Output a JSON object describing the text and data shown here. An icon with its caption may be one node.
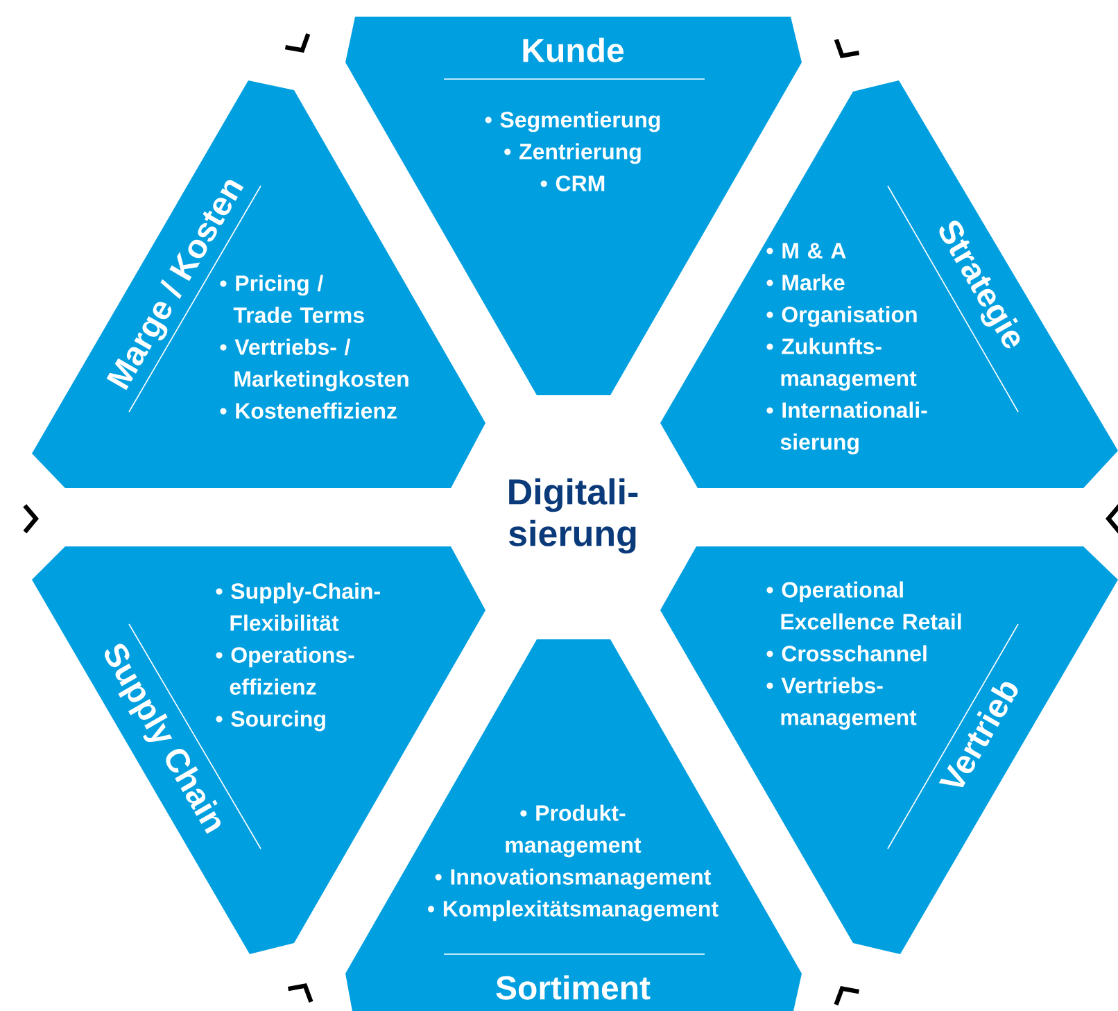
{
  "diagram": {
    "nodes": [
      {
        "text": [
          "Kunde",
          "• Segmentierung",
          "• Zentrierung",
          "• CRM"
        ]
      },
      {
        "text": [
          "Marge / Kosten",
          "• Pricing / Trade Terms",
          "• Vertriebs- / Marketingkosten",
          "• Kosteneffizienz"
        ]
      },
      {
        "text": [
          "Strategie",
          "• M & A",
          "• Marke",
          "• Organisation",
          "• Zukunfts- management",
          "• Internationali- sierung"
        ]
      },
      {
        "text": [
          "Digitali- sierung"
        ]
      },
      {
        "text": [
          "Supply Chain",
          "• Supply-Chain- Flexibilität",
          "• Operations- effizienz",
          "• Sourcing"
        ]
      },
      {
        "text": [
          "Vertrieb",
          "• Operational Excellence Retail",
          "• Crosschannel",
          "• Vertriebs- management"
        ]
      },
      {
        "text": [
          "• Produkt- management",
          "• Innovationsmanagement",
          "• Komplexitätsmanagement",
          "Sortiment"
        ]
      }
    ]
  }
}
